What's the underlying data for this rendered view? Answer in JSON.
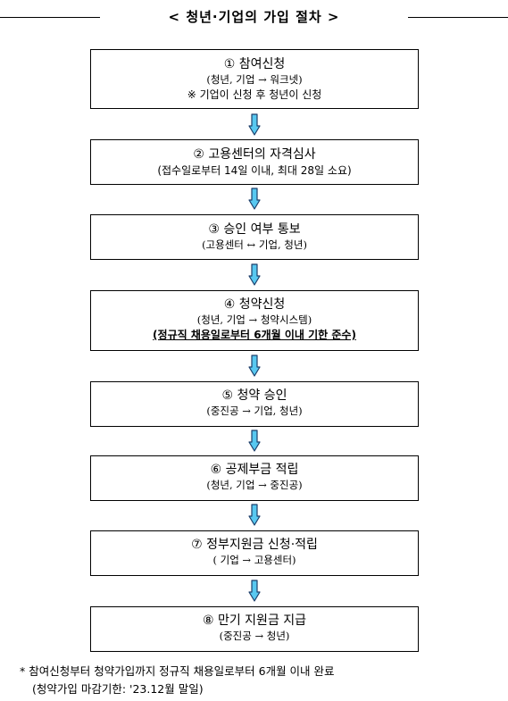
{
  "title": "< 청년·기업의 가입 절차 >",
  "steps": [
    {
      "title": "① 참여신청",
      "lines": [
        "(청년, 기업 → 워크넷)",
        "※ 기업이 신청 후 청년이 신청"
      ]
    },
    {
      "title": "② 고용센터의 자격심사",
      "lines": [
        "(접수일로부터 14일 이내, 최대 28일 소요)"
      ]
    },
    {
      "title": "③ 승인 여부 통보",
      "lines": [
        "(고용센터 ↔ 기업, 청년)"
      ]
    },
    {
      "title": "④ 청약신청",
      "lines": [
        "(청년, 기업 → 청약시스템)",
        "(정규직 채용일로부터 6개월 이내 기한 준수)"
      ]
    },
    {
      "title": "⑤ 청약 승인",
      "lines": [
        "(중진공 → 기업, 청년)"
      ]
    },
    {
      "title": "⑥ 공제부금 적립",
      "lines": [
        "(청년, 기업 → 중진공)"
      ]
    },
    {
      "title": "⑦ 정부지원금 신청·적립",
      "lines": [
        "( 기업 → 고용센터)"
      ]
    },
    {
      "title": "⑧ 만기 지원금 지급",
      "lines": [
        "(중진공 → 청년)"
      ]
    }
  ],
  "footnote": [
    "* 참여신청부터 청약가입까지 정규직 채용일로부터 6개월 이내 완료",
    "(청약가입 마감기한: '23.12월 말일)"
  ],
  "colors": {
    "arrow_fill": "#58C8F0",
    "arrow_stroke": "#1d3f6b"
  }
}
